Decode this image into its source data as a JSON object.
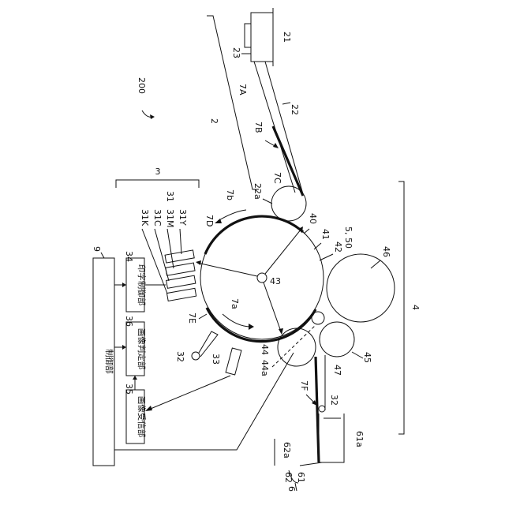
{
  "figure_number": "200",
  "blocks": {
    "control": "制御部",
    "print_ctrl": "印字制御部",
    "img_judge": "画像判定部",
    "img_recv": "画像受信部"
  },
  "labels": {
    "l2": "2",
    "l3": "3",
    "l4": "4",
    "l6": "6",
    "l7A": "7A",
    "l7B": "7B",
    "l7C": "7C",
    "l7D": "7D",
    "l7E": "7E",
    "l7F": "7F",
    "l7a": "7a",
    "l7b": "7b",
    "l9": "9",
    "l21": "21",
    "l22": "22",
    "l22a": "22a",
    "l23": "23",
    "l31": "31",
    "l31K": "31K",
    "l31C": "31C",
    "l31M": "31M",
    "l31Y": "31Y",
    "l32a": "32",
    "l32b": "32",
    "l33": "33",
    "l34": "34",
    "l35": "35",
    "l36": "36",
    "l40": "40",
    "l41": "41",
    "l42": "42",
    "l43": "43",
    "l44": "44",
    "l44a": "44a",
    "l45": "45",
    "l46": "46",
    "l47": "47",
    "l550": "5, 50",
    "l61": "61",
    "l61a": "61a",
    "l62": "62",
    "l62a": "62a"
  }
}
